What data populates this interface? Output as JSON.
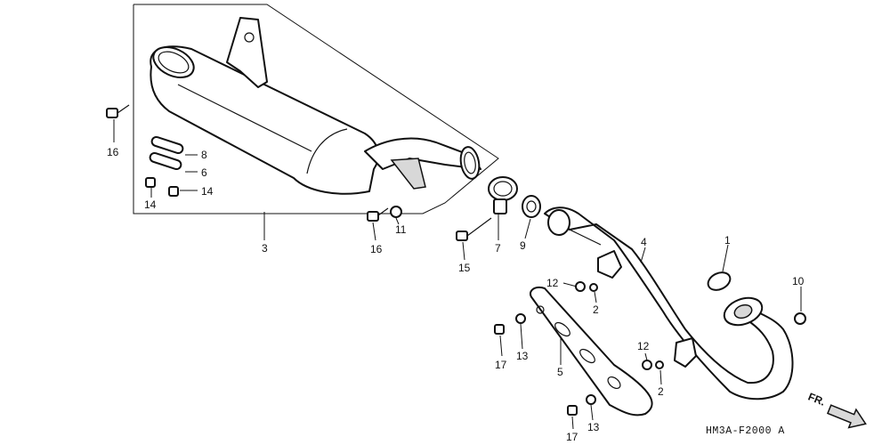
{
  "diagram": {
    "code": "HM3A-F2000 A",
    "direction_label": "FR.",
    "callouts": [
      "1",
      "2",
      "2",
      "3",
      "4",
      "5",
      "6",
      "7",
      "8",
      "9",
      "10",
      "11",
      "12",
      "12",
      "13",
      "13",
      "14",
      "14",
      "15",
      "16",
      "16",
      "17",
      "17"
    ]
  }
}
